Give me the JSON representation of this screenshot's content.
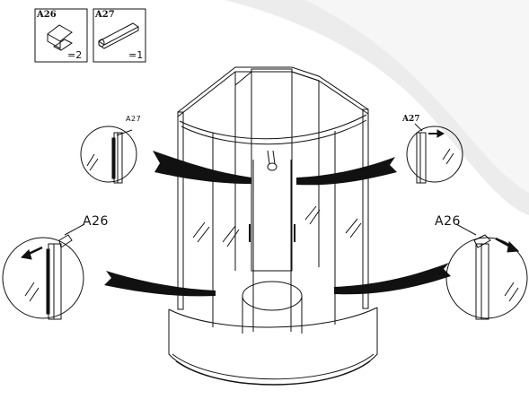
{
  "parts": [
    {
      "code": "A26",
      "qty": "=2",
      "icon": "corner-bracket-icon"
    },
    {
      "code": "A27",
      "qty": "=1",
      "icon": "seal-strip-icon"
    }
  ],
  "callouts": {
    "upper_left": "A27",
    "upper_right": "A27",
    "lower_left": "A26",
    "lower_right": "A26"
  },
  "colors": {
    "ink": "#111111",
    "background_swoosh": "#ececec"
  }
}
